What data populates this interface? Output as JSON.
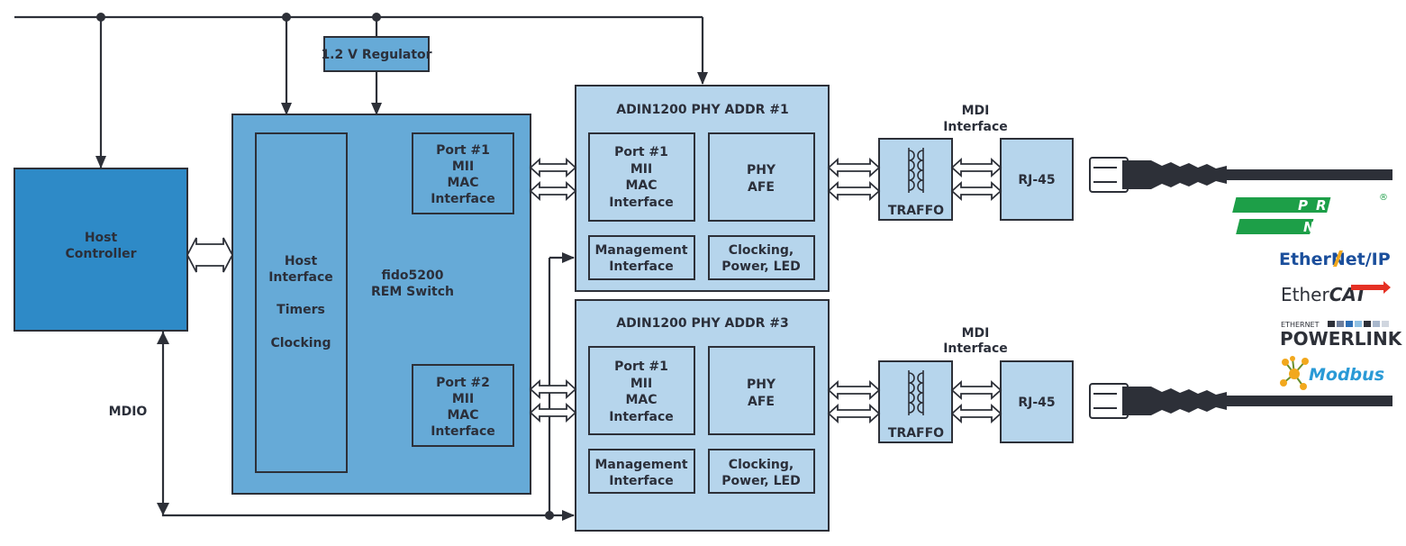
{
  "regulator": {
    "label": "1.2 V Regulator"
  },
  "host_controller": {
    "lines": [
      "Host",
      "Controller"
    ]
  },
  "mdio": {
    "label": "MDIO"
  },
  "switch": {
    "inner": {
      "lines": [
        "Host",
        "Interface",
        "",
        "Timers",
        "",
        "Clocking"
      ]
    },
    "name": {
      "lines": [
        "fido5200",
        "REM Switch"
      ]
    },
    "port1": {
      "lines": [
        "Port #1",
        "MII",
        "MAC",
        "Interface"
      ]
    },
    "port2": {
      "lines": [
        "Port #2",
        "MII",
        "MAC",
        "Interface"
      ]
    }
  },
  "phys": [
    {
      "title": "ADIN1200 PHY ADDR #1",
      "port": {
        "lines": [
          "Port #1",
          "MII",
          "MAC",
          "Interface"
        ]
      },
      "afe": {
        "lines": [
          "PHY",
          "AFE"
        ]
      },
      "mgmt": {
        "lines": [
          "Management",
          "Interface"
        ]
      },
      "clock": {
        "lines": [
          "Clocking,",
          "Power, LED"
        ]
      }
    },
    {
      "title": "ADIN1200 PHY ADDR #3",
      "port": {
        "lines": [
          "Port #1",
          "MII",
          "MAC",
          "Interface"
        ]
      },
      "afe": {
        "lines": [
          "PHY",
          "AFE"
        ]
      },
      "mgmt": {
        "lines": [
          "Management",
          "Interface"
        ]
      },
      "clock": {
        "lines": [
          "Clocking,",
          "Power, LED"
        ]
      }
    }
  ],
  "mdi": {
    "lines": [
      "MDI",
      "Interface"
    ]
  },
  "traffo": {
    "label": "TRAFFO"
  },
  "rj45": {
    "label": "RJ-45"
  },
  "logos": {
    "profinet": {
      "line1": "PROFI",
      "line2": "NET",
      "mark": "®"
    },
    "ethernetip": {
      "part1": "Ether",
      "part2": "Net/IP"
    },
    "ethercat": {
      "part1": "Ether",
      "part2": "CAT"
    },
    "powerlink": {
      "small": "ETHERNET",
      "big": "POWERLINK"
    },
    "modbus": {
      "text": "Modbus"
    }
  },
  "colors": {
    "host_controller": "#2e8ac7",
    "switch": "#66aad7",
    "phy": "#b6d5ec",
    "line": "#2d3038",
    "profinet_green": "#1d9f48",
    "ethernetip_blue": "#1b4f9c",
    "modbus_blue": "#2a9ad6"
  }
}
